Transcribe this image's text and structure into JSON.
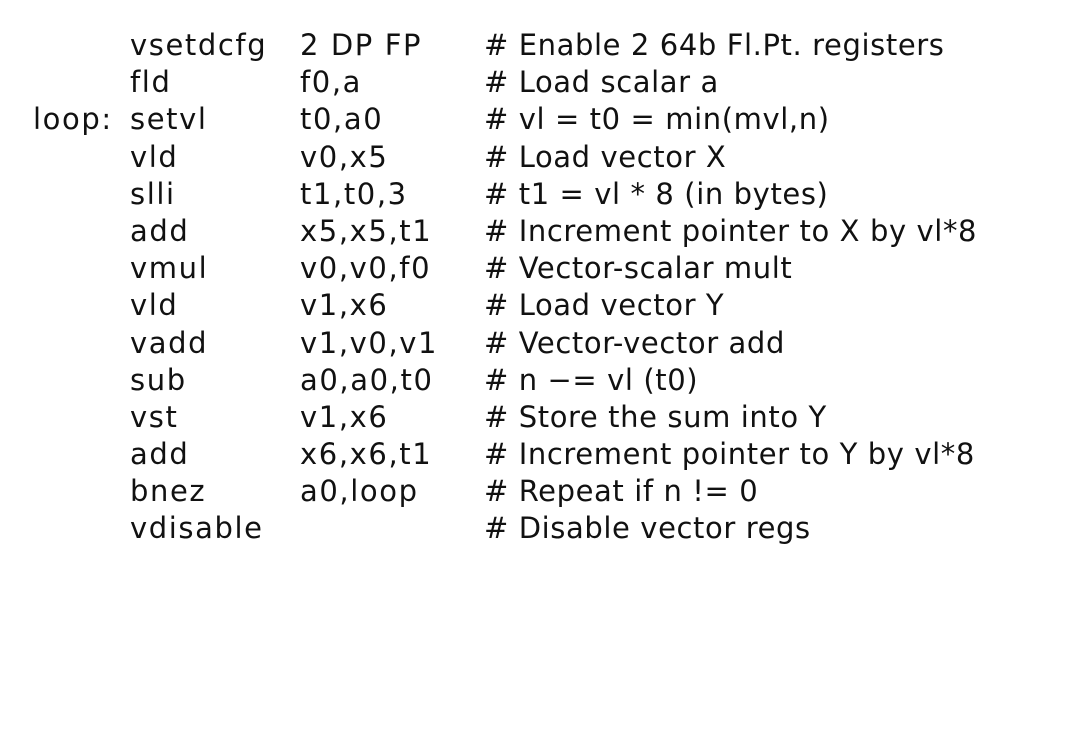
{
  "lines": [
    {
      "label": "",
      "op": "vsetdcfg",
      "args": "2 DP FP",
      "comment": "# Enable 2 64b Fl.Pt. registers"
    },
    {
      "label": "",
      "op": "fld",
      "args": "f0,a",
      "comment": "# Load scalar a"
    },
    {
      "label": "loop:",
      "op": "setvl",
      "args": "t0,a0",
      "comment": "# vl = t0 = min(mvl,n)"
    },
    {
      "label": "",
      "op": "vld",
      "args": "v0,x5",
      "comment": "# Load vector X"
    },
    {
      "label": "",
      "op": "slli",
      "args": "t1,t0,3",
      "comment": "# t1 = vl * 8 (in bytes)"
    },
    {
      "label": "",
      "op": "add",
      "args": "x5,x5,t1",
      "comment": "# Increment pointer to X by vl*8"
    },
    {
      "label": "",
      "op": "vmul",
      "args": "v0,v0,f0",
      "comment": "# Vector-scalar mult"
    },
    {
      "label": "",
      "op": "vld",
      "args": "v1,x6",
      "comment": "# Load vector Y"
    },
    {
      "label": "",
      "op": "vadd",
      "args": "v1,v0,v1",
      "comment": "# Vector-vector add"
    },
    {
      "label": "",
      "op": "sub",
      "args": "a0,a0,t0",
      "comment": "# n −= vl (t0)"
    },
    {
      "label": "",
      "op": "vst",
      "args": "v1,x6",
      "comment": "# Store the sum into Y"
    },
    {
      "label": "",
      "op": "add",
      "args": "x6,x6,t1",
      "comment": "# Increment pointer to Y by vl*8"
    },
    {
      "label": "",
      "op": "bnez",
      "args": "a0,loop",
      "comment": "# Repeat if n != 0"
    },
    {
      "label": "",
      "op": "vdisable",
      "args": "",
      "comment": "# Disable vector regs"
    }
  ]
}
